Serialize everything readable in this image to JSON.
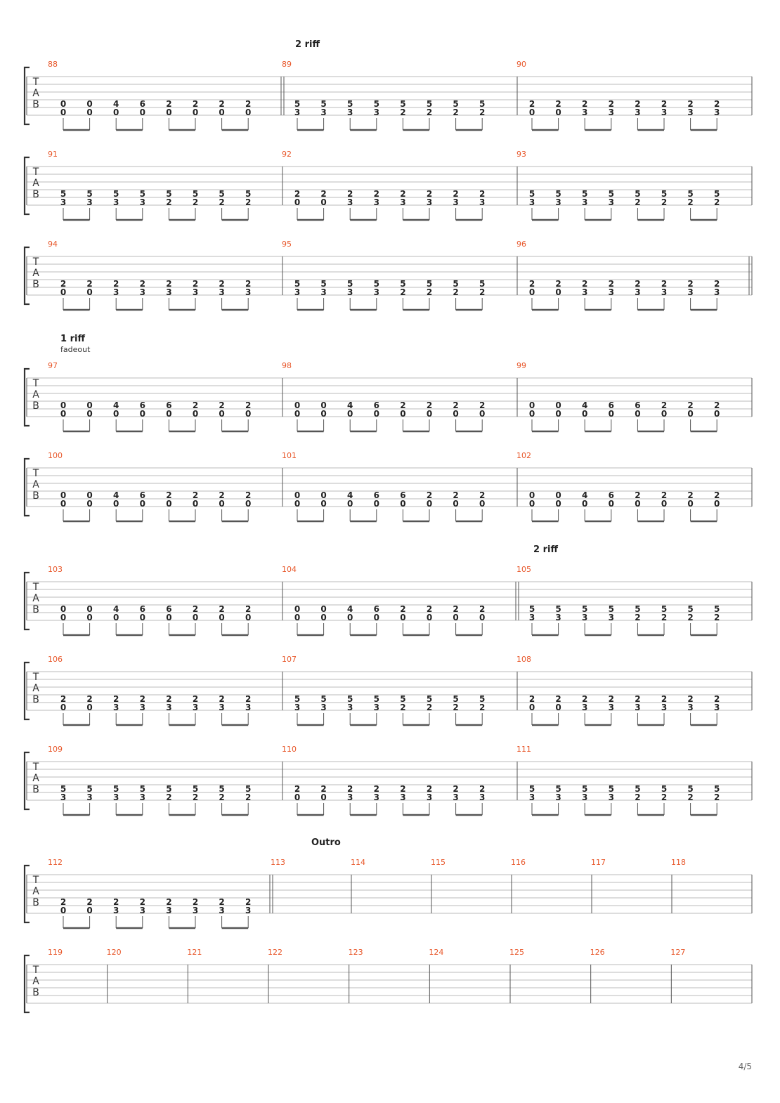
{
  "page_number": "4/5",
  "patterns": {
    "intro_a": [
      [
        "0",
        "0"
      ],
      [
        "0",
        "0"
      ],
      [
        "4",
        "0"
      ],
      [
        "6",
        "0"
      ],
      [
        "2",
        "0"
      ],
      [
        "2",
        "0"
      ],
      [
        "2",
        "0"
      ],
      [
        "2",
        "0"
      ]
    ],
    "intro_b": [
      [
        "0",
        "0"
      ],
      [
        "0",
        "0"
      ],
      [
        "4",
        "0"
      ],
      [
        "6",
        "0"
      ],
      [
        "6",
        "0"
      ],
      [
        "2",
        "0"
      ],
      [
        "2",
        "0"
      ],
      [
        "2",
        "0"
      ]
    ],
    "p53": [
      [
        "5",
        "3"
      ],
      [
        "5",
        "3"
      ],
      [
        "5",
        "3"
      ],
      [
        "5",
        "3"
      ],
      [
        "5",
        "2"
      ],
      [
        "5",
        "2"
      ],
      [
        "5",
        "2"
      ],
      [
        "5",
        "2"
      ]
    ],
    "p20": [
      [
        "2",
        "0"
      ],
      [
        "2",
        "0"
      ],
      [
        "2",
        "3"
      ],
      [
        "2",
        "3"
      ],
      [
        "2",
        "3"
      ],
      [
        "2",
        "3"
      ],
      [
        "2",
        "3"
      ],
      [
        "2",
        "3"
      ]
    ]
  },
  "systems": [
    {
      "section": {
        "label": "2 riff",
        "sub": ""
      },
      "measures": [
        {
          "num": "88",
          "pattern": "intro_a"
        },
        {
          "num": "89",
          "pattern": "p53",
          "repeat_start": true
        },
        {
          "num": "90",
          "pattern": "p20"
        }
      ]
    },
    {
      "section": null,
      "measures": [
        {
          "num": "91",
          "pattern": "p53"
        },
        {
          "num": "92",
          "pattern": "p20"
        },
        {
          "num": "93",
          "pattern": "p53"
        }
      ]
    },
    {
      "section": null,
      "measures": [
        {
          "num": "94",
          "pattern": "p20"
        },
        {
          "num": "95",
          "pattern": "p53"
        },
        {
          "num": "96",
          "pattern": "p20",
          "final": true
        }
      ]
    },
    {
      "section": {
        "label": "1 riff",
        "sub": "fadeout"
      },
      "measures": [
        {
          "num": "97",
          "pattern": "intro_b"
        },
        {
          "num": "98",
          "pattern": "intro_a"
        },
        {
          "num": "99",
          "pattern": "intro_b"
        }
      ]
    },
    {
      "section": null,
      "measures": [
        {
          "num": "100",
          "pattern": "intro_a"
        },
        {
          "num": "101",
          "pattern": "intro_b"
        },
        {
          "num": "102",
          "pattern": "intro_a"
        }
      ]
    },
    {
      "section": {
        "label": "2 riff",
        "sub": ""
      },
      "measures": [
        {
          "num": "103",
          "pattern": "intro_b"
        },
        {
          "num": "104",
          "pattern": "intro_a"
        },
        {
          "num": "105",
          "pattern": "p53",
          "repeat_start": true
        }
      ]
    },
    {
      "section": null,
      "measures": [
        {
          "num": "106",
          "pattern": "p20"
        },
        {
          "num": "107",
          "pattern": "p53"
        },
        {
          "num": "108",
          "pattern": "p20"
        }
      ]
    },
    {
      "section": null,
      "measures": [
        {
          "num": "109",
          "pattern": "p53"
        },
        {
          "num": "110",
          "pattern": "p20"
        },
        {
          "num": "111",
          "pattern": "p53"
        }
      ]
    },
    {
      "section": {
        "label": "Outro",
        "sub": ""
      },
      "measures": [
        {
          "num": "112",
          "pattern": "p20"
        },
        {
          "num": "113",
          "pattern": null,
          "repeat_start": true
        },
        {
          "num": "114",
          "pattern": null
        },
        {
          "num": "115",
          "pattern": null
        },
        {
          "num": "116",
          "pattern": null
        },
        {
          "num": "117",
          "pattern": null
        },
        {
          "num": "118",
          "pattern": null
        }
      ]
    },
    {
      "section": null,
      "measures": [
        {
          "num": "119",
          "pattern": null
        },
        {
          "num": "120",
          "pattern": null
        },
        {
          "num": "121",
          "pattern": null
        },
        {
          "num": "122",
          "pattern": null
        },
        {
          "num": "123",
          "pattern": null
        },
        {
          "num": "124",
          "pattern": null
        },
        {
          "num": "125",
          "pattern": null
        },
        {
          "num": "126",
          "pattern": null
        },
        {
          "num": "127",
          "pattern": null
        }
      ]
    }
  ],
  "tab_clef": [
    "T",
    "A",
    "B"
  ],
  "colors": {
    "measure_number": "#e8572a",
    "staff_line": "#bbbbbb",
    "barline": "#555555",
    "note": "#222222",
    "beam": "#555555",
    "section_label": "#222222"
  }
}
